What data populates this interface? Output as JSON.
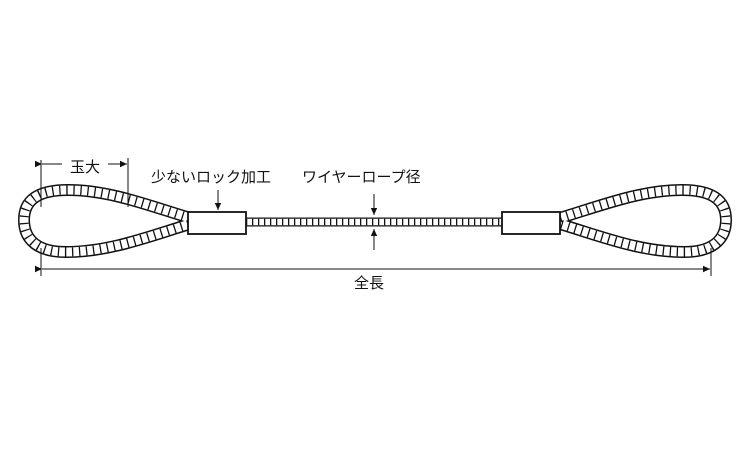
{
  "labels": {
    "eye_size": "玉大",
    "small_lock": "少ないロック加工",
    "rope_diameter": "ワイヤーロープ径",
    "overall_length": "全長"
  }
}
